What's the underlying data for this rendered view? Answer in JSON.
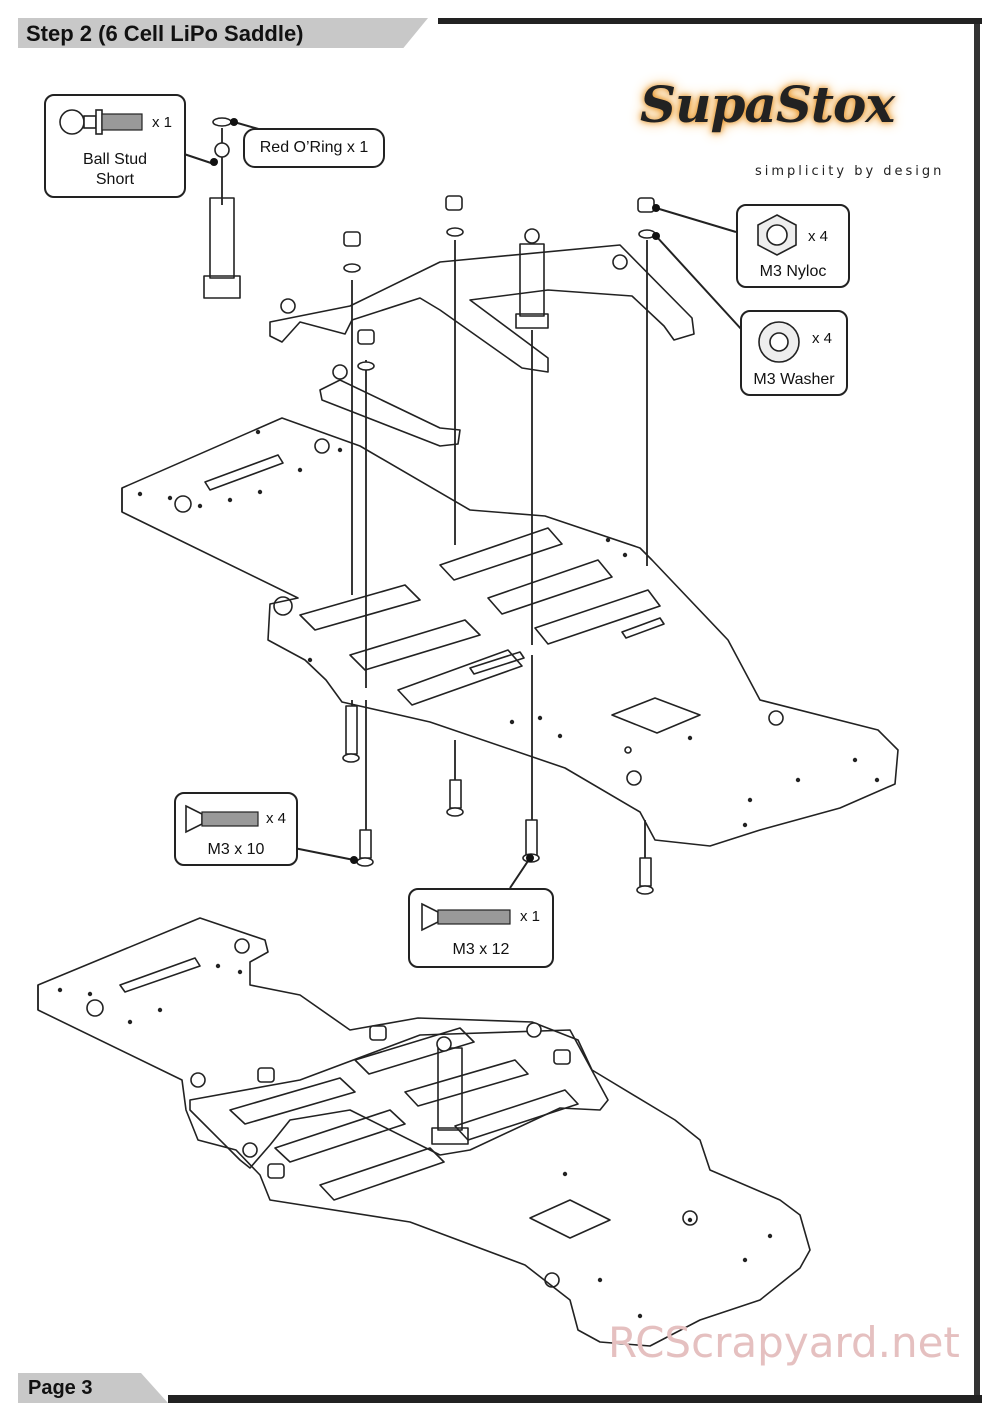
{
  "header": {
    "title": "Step 2 (6 Cell LiPo Saddle)"
  },
  "footer": {
    "page_label": "Page 3"
  },
  "logo": {
    "brand": "SupaStox",
    "tagline": "simplicity by design"
  },
  "callouts": {
    "ball_stud": {
      "qty": "x 1",
      "label_line1": "Ball Stud",
      "label_line2": "Short"
    },
    "oring": {
      "label": "Red O’Ring x 1"
    },
    "nyloc": {
      "qty": "x 4",
      "label": "M3 Nyloc"
    },
    "washer": {
      "qty": "x 4",
      "label": "M3 Washer"
    },
    "m3x10": {
      "qty": "x 4",
      "label": "M3 x 10"
    },
    "m3x12": {
      "qty": "x 1",
      "label": "M3 x 12"
    }
  },
  "watermark": {
    "text": "RCScrapyard.net"
  }
}
